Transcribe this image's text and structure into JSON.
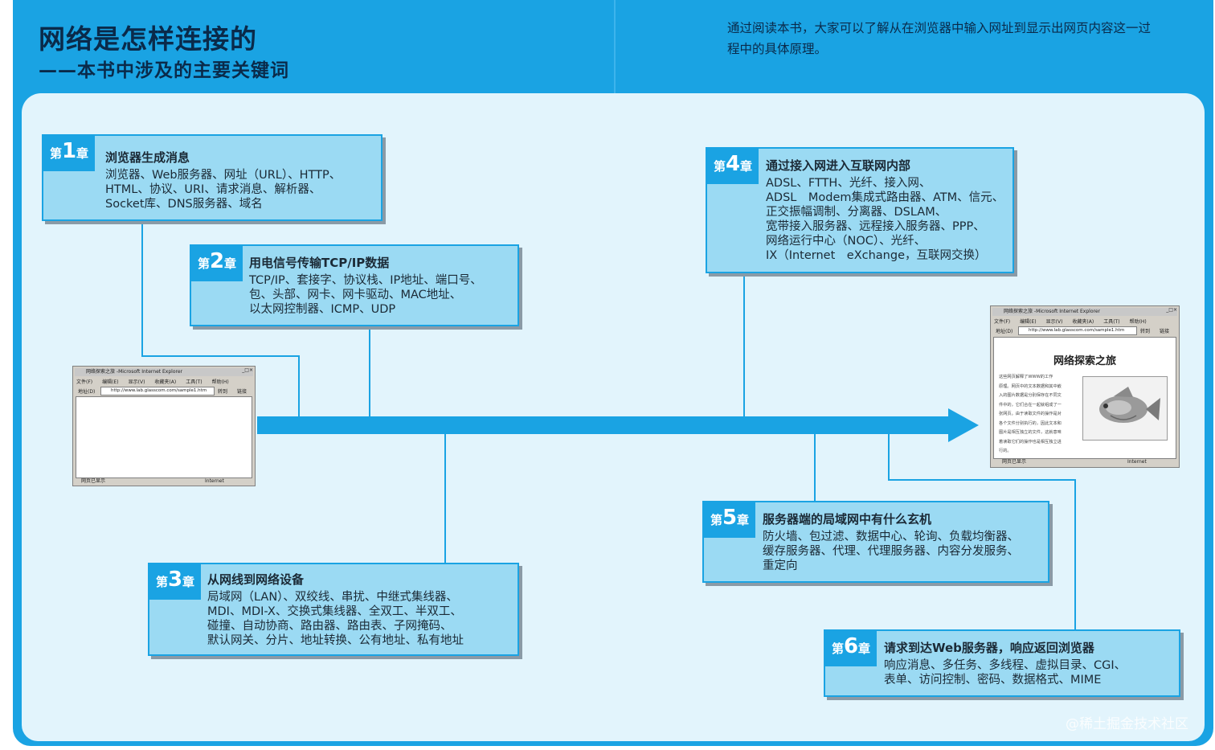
{
  "header": {
    "title": "网络是怎样连接的",
    "subtitle": "——本书中涉及的主要关键词",
    "intro": "通过阅读本书，大家可以了解从在浏览器中输入网址到显示出网页内容这一过程中的具体原理。"
  },
  "chapters": [
    {
      "prefix": "第",
      "number": "1",
      "suffix": "章",
      "title": "浏览器生成消息",
      "keywords": "浏览器、Web服务器、网址（URL）、HTTP、\nHTML、协议、URI、请求消息、解析器、\nSocket库、DNS服务器、域名"
    },
    {
      "prefix": "第",
      "number": "2",
      "suffix": "章",
      "title": "用电信号传输TCP/IP数据",
      "keywords": "TCP/IP、套接字、协议栈、IP地址、端口号、\n包、头部、网卡、网卡驱动、MAC地址、\n以太网控制器、ICMP、UDP"
    },
    {
      "prefix": "第",
      "number": "3",
      "suffix": "章",
      "title": "从网线到网络设备",
      "keywords": "局域网（LAN）、双绞线、串扰、中继式集线器、\nMDI、MDI-X、交换式集线器、全双工、半双工、\n碰撞、自动协商、路由器、路由表、子网掩码、\n默认网关、分片、地址转换、公有地址、私有地址"
    },
    {
      "prefix": "第",
      "number": "4",
      "suffix": "章",
      "title": "通过接入网进入互联网内部",
      "keywords": "ADSL、FTTH、光纤、接入网、\nADSL　Modem集成式路由器、ATM、信元、\n正交振幅调制、分离器、DSLAM、\n宽带接入服务器、远程接入服务器、PPP、\n网络运行中心（NOC）、光纤、\nIX（Internet　eXchange，互联网交换）"
    },
    {
      "prefix": "第",
      "number": "5",
      "suffix": "章",
      "title": "服务器端的局域网中有什么玄机",
      "keywords": "防火墙、包过滤、数据中心、轮询、负载均衡器、\n缓存服务器、代理、代理服务器、内容分发服务、\n重定向"
    },
    {
      "prefix": "第",
      "number": "6",
      "suffix": "章",
      "title": "请求到达Web服务器，响应返回浏览器",
      "keywords": "响应消息、多任务、多线程、虚拟目录、CGI、\n表单、访问控制、密码、数据格式、MIME"
    }
  ],
  "browser_left": {
    "title": "网络探索之旅 -Microsoft Internet Explorer",
    "menu": [
      "文件(F)",
      "编辑(E)",
      "显示(V)",
      "收藏夹(A)",
      "工具(T)",
      "帮助(H)"
    ],
    "address_label": "地址(D)",
    "url": "http://www.lab.glasscom.com/sample1.htm",
    "go": "转到",
    "links": "链接",
    "status": "网页已显示",
    "zone": "Internet"
  },
  "browser_right": {
    "title": "网络探索之旅 -Microsoft Internet Explorer",
    "menu": [
      "文件(F)",
      "编辑(E)",
      "显示(V)",
      "收藏夹(A)",
      "工具(T)",
      "帮助(H)"
    ],
    "address_label": "地址(D)",
    "url": "http://www.lab.glasscom.com/sample1.htm",
    "go": "转到",
    "links": "链接",
    "page_title": "网络探索之旅",
    "page_text": "这些网页解释了WWW的工作\n原理。网页中的文本数据和其中嵌\n入的图片数据是分别保存在不同文\n件中的，它们合在一起就组成了一\n张网页。由于读取文件的操作是对\n各个文件分别执行的，因此文本和\n图片是相互独立的文件，这就意味\n着读取它们的操作也是相互独立进\n行的。",
    "status": "网页已显示",
    "zone": "Internet"
  },
  "watermark": "@稀土掘金技术社区",
  "colors": {
    "accent": "#1aa3e3",
    "panel": "#e2f4fc",
    "box": "#9bdaf3",
    "text": "#1b2a36"
  }
}
